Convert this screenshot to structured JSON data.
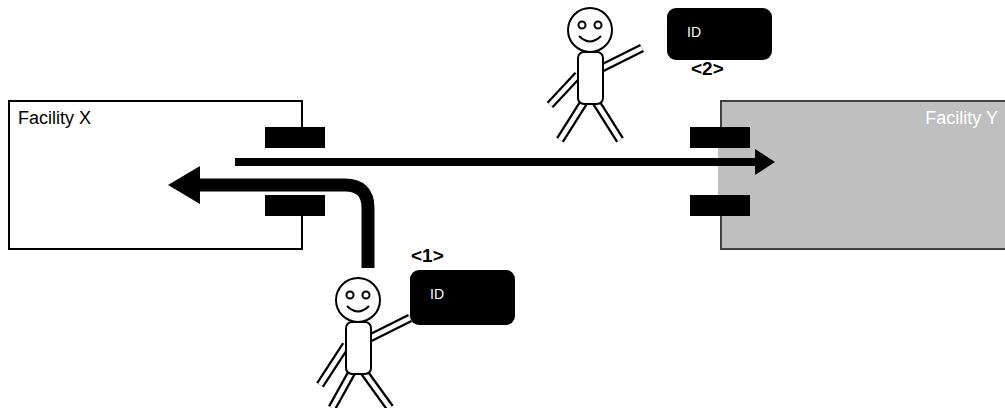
{
  "diagram": {
    "nodes": [
      {
        "text": [
          "Facility X"
        ]
      },
      {
        "text": [
          "Facility Y"
        ]
      },
      {
        "text": [
          "ID"
        ]
      },
      {
        "text": [
          "ID"
        ]
      }
    ],
    "edges": [
      {
        "from": 0,
        "to": 1,
        "arrow": "to"
      }
    ],
    "labels": [
      "<1>",
      "<2>"
    ]
  }
}
